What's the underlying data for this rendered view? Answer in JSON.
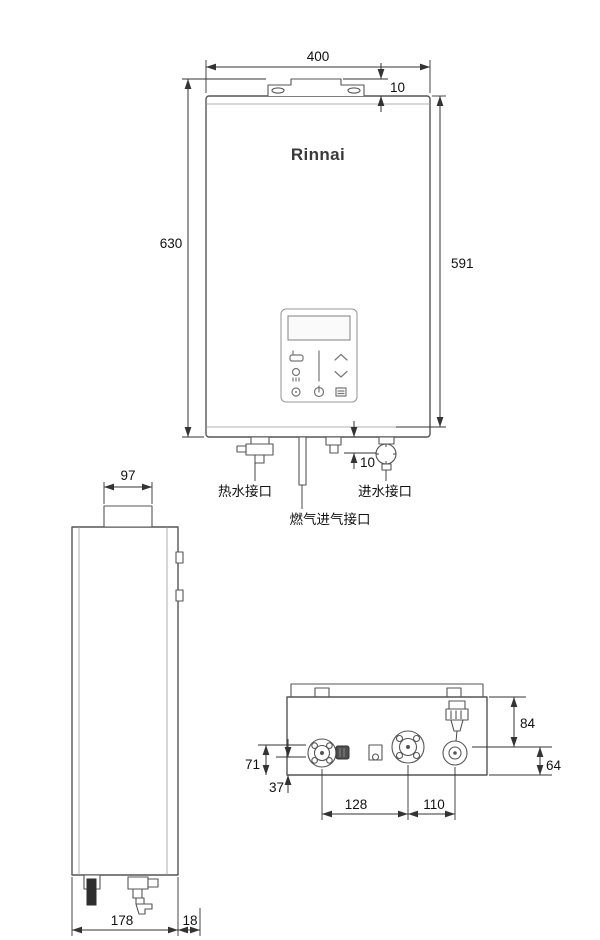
{
  "brand_logo": "Rinnai",
  "front_view": {
    "width": "400",
    "bracket_offset": "10",
    "height_overall": "630",
    "height_body": "591",
    "bottom_offset": "10",
    "labels": {
      "hot_water": "热水接口",
      "water_inlet": "进水接口",
      "gas_inlet": "燃气进气接口"
    }
  },
  "side_view": {
    "top_width": "97",
    "depth": "178",
    "clearance": "18"
  },
  "bottom_view": {
    "right_upper": "84",
    "right_lower": "64",
    "left_upper": "71",
    "left_lower": "37",
    "span_left": "128",
    "span_right": "110"
  }
}
